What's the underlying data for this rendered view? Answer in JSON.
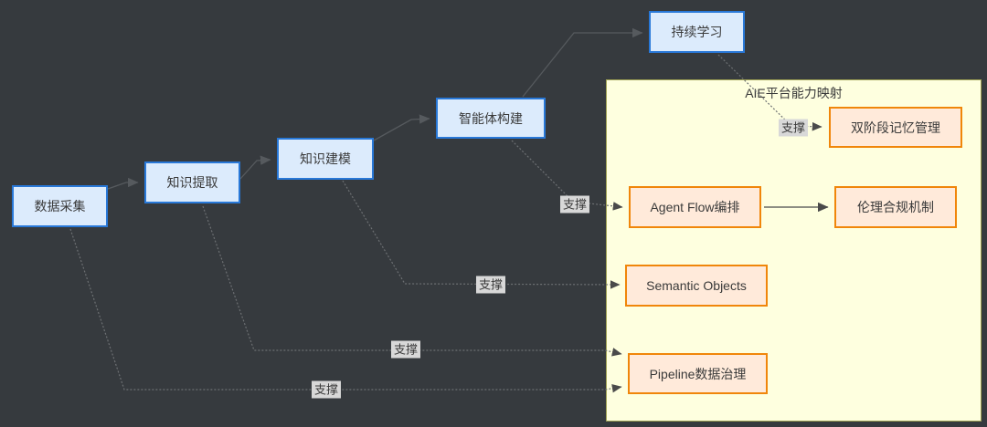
{
  "colors": {
    "background": "#363a3e",
    "process_node_fill": "#dcebfc",
    "process_node_border": "#2878d8",
    "capability_node_fill": "#ffeada",
    "capability_node_border": "#f0860a",
    "panel_fill": "#feffdf",
    "panel_border": "#a0a254",
    "edge_label_bg": "#d8d8d8",
    "text": "#3a3a3a"
  },
  "nodes": {
    "data_collection": {
      "label": "数据采集"
    },
    "knowledge_extraction": {
      "label": "知识提取"
    },
    "knowledge_modeling": {
      "label": "知识建模"
    },
    "agent_construction": {
      "label": "智能体构建"
    },
    "continuous_learning": {
      "label": "持续学习"
    },
    "dual_phase_memory": {
      "label": "双阶段记忆管理"
    },
    "agent_flow_orchestration": {
      "label": "Agent Flow编排"
    },
    "ethics_compliance": {
      "label": "伦理合规机制"
    },
    "semantic_objects": {
      "label": "Semantic Objects"
    },
    "pipeline_data_governance": {
      "label": "Pipeline数据治理"
    }
  },
  "panel": {
    "title": "AIE平台能力映射"
  },
  "edges": {
    "support_labels": {
      "continuous_learning_to_dual_phase_memory": "支撑",
      "agent_construction_to_agent_flow": "支撑",
      "knowledge_modeling_to_semantic_objects": "支撑",
      "knowledge_extraction_to_pipeline_governance": "支撑",
      "data_collection_to_pipeline_governance": "支撑"
    }
  }
}
